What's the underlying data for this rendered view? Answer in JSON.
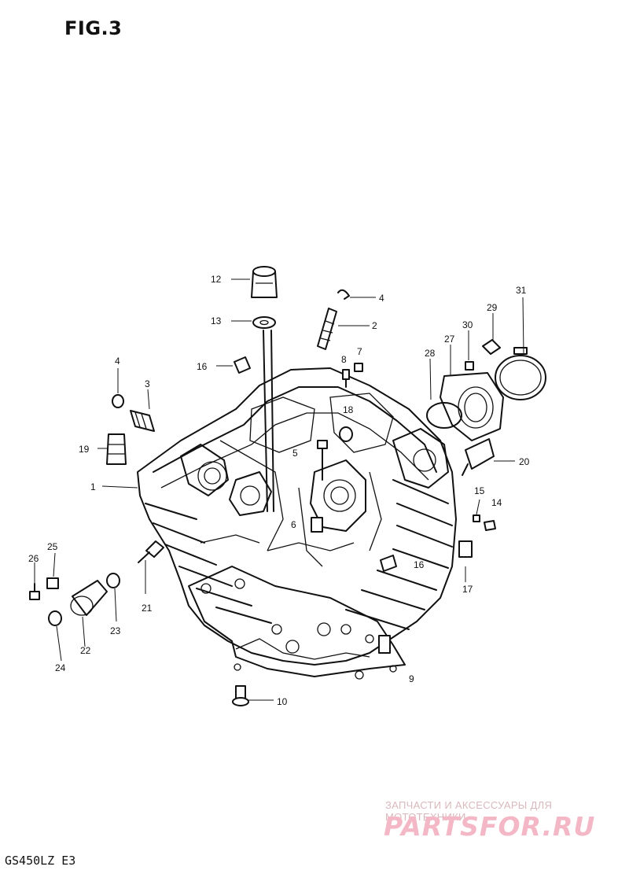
{
  "figure": {
    "title": "FIG.3"
  },
  "model_code": "GS450LZ  E3",
  "watermark": {
    "caption": "ЗАПЧАСТИ И АКСЕССУАРЫ ДЛЯ МОТОТЕХНИКИ",
    "logo": "PARTSFOR.RU"
  },
  "callouts": [
    {
      "id": "c12",
      "text": "12"
    },
    {
      "id": "c4a",
      "text": "4"
    },
    {
      "id": "c13",
      "text": "13"
    },
    {
      "id": "c2",
      "text": "2"
    },
    {
      "id": "c31",
      "text": "31"
    },
    {
      "id": "c29",
      "text": "29"
    },
    {
      "id": "c30",
      "text": "30"
    },
    {
      "id": "c27",
      "text": "27"
    },
    {
      "id": "c28",
      "text": "28"
    },
    {
      "id": "c8",
      "text": "8"
    },
    {
      "id": "c7",
      "text": "7"
    },
    {
      "id": "c16a",
      "text": "16"
    },
    {
      "id": "c4b",
      "text": "4"
    },
    {
      "id": "c3",
      "text": "3"
    },
    {
      "id": "c18",
      "text": "18"
    },
    {
      "id": "c19",
      "text": "19"
    },
    {
      "id": "c5",
      "text": "5"
    },
    {
      "id": "c20",
      "text": "20"
    },
    {
      "id": "c1",
      "text": "1"
    },
    {
      "id": "c15",
      "text": "15"
    },
    {
      "id": "c14",
      "text": "14"
    },
    {
      "id": "c6",
      "text": "6"
    },
    {
      "id": "c25",
      "text": "25"
    },
    {
      "id": "c26",
      "text": "26"
    },
    {
      "id": "c16b",
      "text": "16"
    },
    {
      "id": "c17",
      "text": "17"
    },
    {
      "id": "c21",
      "text": "21"
    },
    {
      "id": "c23",
      "text": "23"
    },
    {
      "id": "c22",
      "text": "22"
    },
    {
      "id": "c24",
      "text": "24"
    },
    {
      "id": "c9",
      "text": "9"
    },
    {
      "id": "c10",
      "text": "10"
    }
  ]
}
